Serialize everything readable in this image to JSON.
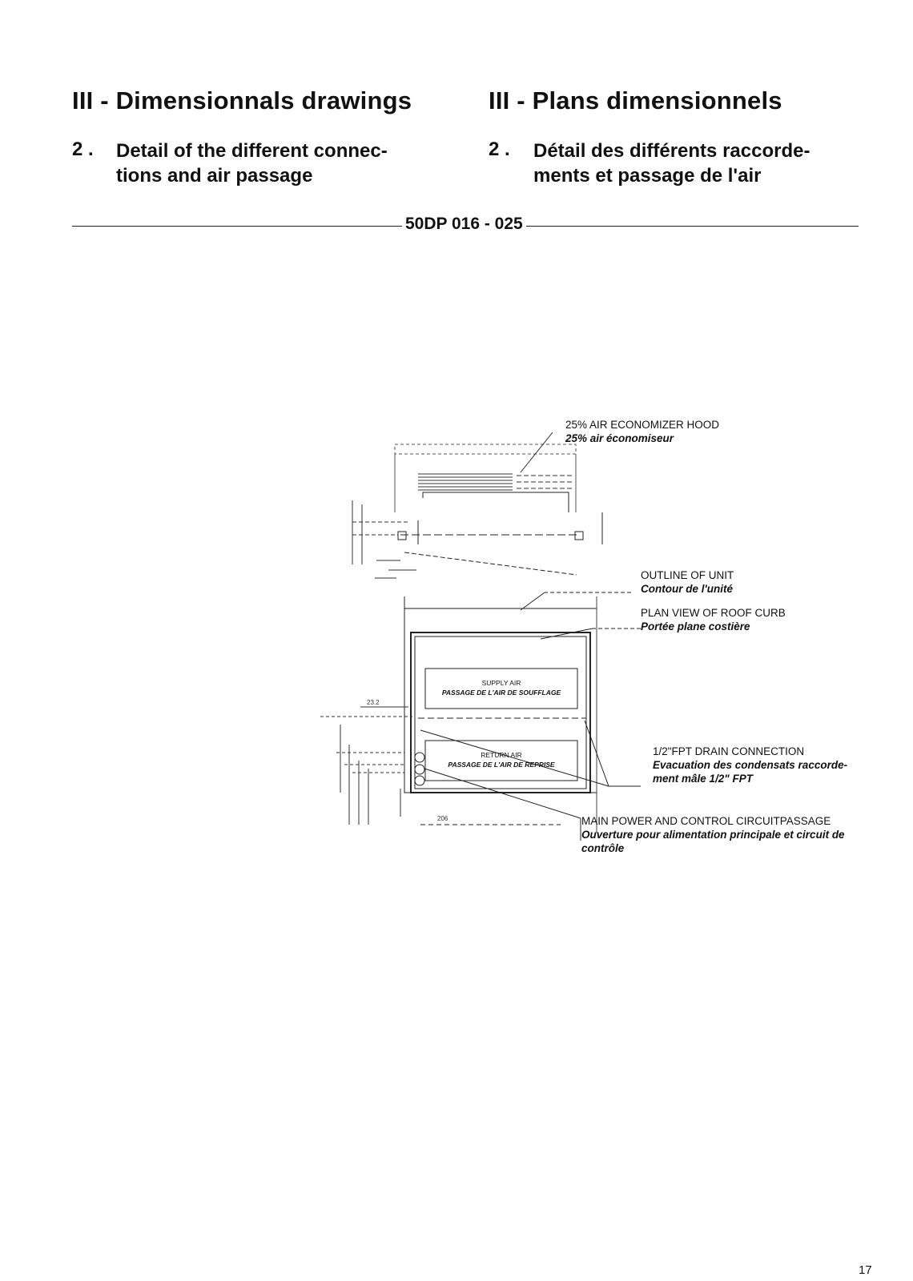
{
  "left_header": {
    "section": "III - Dimensionnals drawings",
    "subsection_number": "2 .",
    "subsection_title_line1": "Detail of the different connec-",
    "subsection_title_line2": "tions and air passage"
  },
  "right_header": {
    "section": "III - Plans dimensionnels",
    "subsection_number": "2 .",
    "subsection_title_line1": "Détail des différents raccorde-",
    "subsection_title_line2": "ments et passage de l'air"
  },
  "model_range": "50DP 016 - 025",
  "drawing": {
    "inner_labels": {
      "supply_en": "SUPPLY AIR",
      "supply_fr": "PASSAGE DE L'AIR DE SOUFFLAGE",
      "return_en": "RETURN AIR",
      "return_fr": "PASSAGE DE L'AIR DE REPRISE",
      "dim_left": "23.2",
      "dim_bottom": "206"
    },
    "callouts": {
      "hood_en": "25% AIR ECONOMIZER HOOD",
      "hood_fr": "25% air économiseur",
      "outline_en": "OUTLINE OF UNIT",
      "outline_fr": "Contour de l'unité",
      "curb_en": "PLAN VIEW OF ROOF CURB",
      "curb_fr": "Portée plane costière",
      "drain_en": "1/2\"FPT DRAIN CONNECTION",
      "drain_fr_line1": "Evacuation des condensats raccorde-",
      "drain_fr_line2": "ment mâle 1/2\" FPT",
      "power_en": "MAIN POWER AND CONTROL CIRCUITPASSAGE",
      "power_fr_line1": "Ouverture pour alimentation principale et circuit de",
      "power_fr_line2": "contrôle"
    }
  },
  "page_number": "17"
}
